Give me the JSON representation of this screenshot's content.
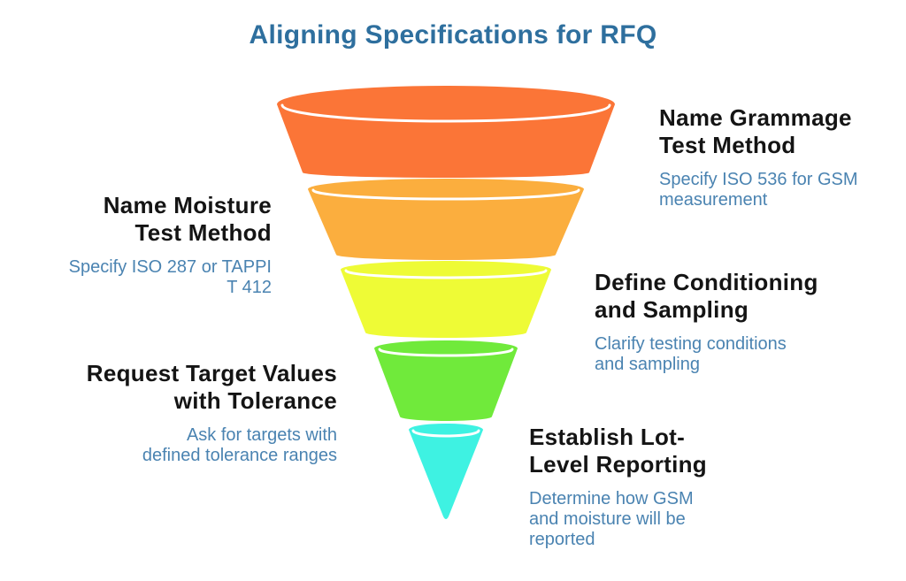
{
  "title": {
    "text": "Aligning Specifications for RFQ",
    "color": "#2E6F9E"
  },
  "text_colors": {
    "heading": "#141414",
    "description": "#4A83B1"
  },
  "funnel": {
    "type": "funnel",
    "stage_count": 5,
    "stages": [
      {
        "stage": 1,
        "name": "Name Grammage Test Method",
        "color": "#FB7537",
        "side": "right",
        "label_lines": [
          "Name Grammage",
          "Test Method"
        ],
        "desc_lines": [
          "Specify ISO 536 for GSM",
          "measurement"
        ]
      },
      {
        "stage": 2,
        "name": "Name Moisture Test Method",
        "color": "#FBAE3E",
        "side": "left",
        "label_lines": [
          "Name Moisture",
          "Test Method"
        ],
        "desc_lines": [
          "Specify ISO 287 or TAPPI",
          "T 412"
        ]
      },
      {
        "stage": 3,
        "name": "Define Conditioning and Sampling",
        "color": "#EEFB36",
        "side": "right",
        "label_lines": [
          "Define Conditioning",
          "and Sampling"
        ],
        "desc_lines": [
          "Clarify testing conditions",
          "and sampling"
        ]
      },
      {
        "stage": 4,
        "name": "Request Target Values with Tolerance",
        "color": "#70EA3B",
        "side": "left",
        "label_lines": [
          "Request Target Values",
          "with Tolerance"
        ],
        "desc_lines": [
          "Ask for targets with",
          "defined tolerance ranges"
        ]
      },
      {
        "stage": 5,
        "name": "Establish Lot-Level Reporting",
        "color": "#3EF2E2",
        "side": "right",
        "label_lines": [
          "Establish Lot-",
          "Level Reporting"
        ],
        "desc_lines": [
          "Determine how GSM",
          "and moisture will be",
          "reported"
        ]
      }
    ]
  }
}
